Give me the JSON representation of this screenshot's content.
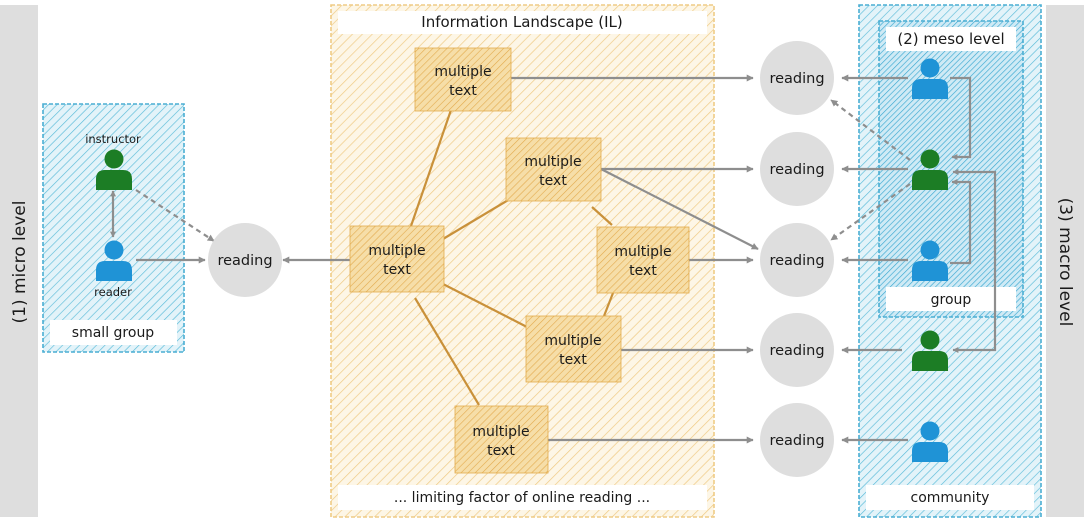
{
  "side_labels": {
    "left": "(1) micro level",
    "right": "(3) macro level"
  },
  "il_panel": {
    "title": "Information Landscape (IL)",
    "footer": "... limiting factor of online reading ..."
  },
  "small_group": {
    "title": "small group",
    "instructor": "instructor",
    "reader": "reader"
  },
  "meso": {
    "title": "(2) meso level",
    "group": "group"
  },
  "community": "community",
  "reading": "reading",
  "multiple_text": {
    "line1": "multiple",
    "line2": "text"
  },
  "colors": {
    "panel_gray": "#dedede",
    "il_hatch": "#efcb85",
    "box_fill": "#f6dea8",
    "box_hatch": "#e2aa4c",
    "il_line": "#c9913a",
    "blue_hatch": "#5bbcd9",
    "blue_border": "#4aaed3",
    "person_blue": "#1f93d6",
    "person_green": "#1c7d25",
    "arrow": "#8e8e8e",
    "reading_fill": "#dedede"
  }
}
